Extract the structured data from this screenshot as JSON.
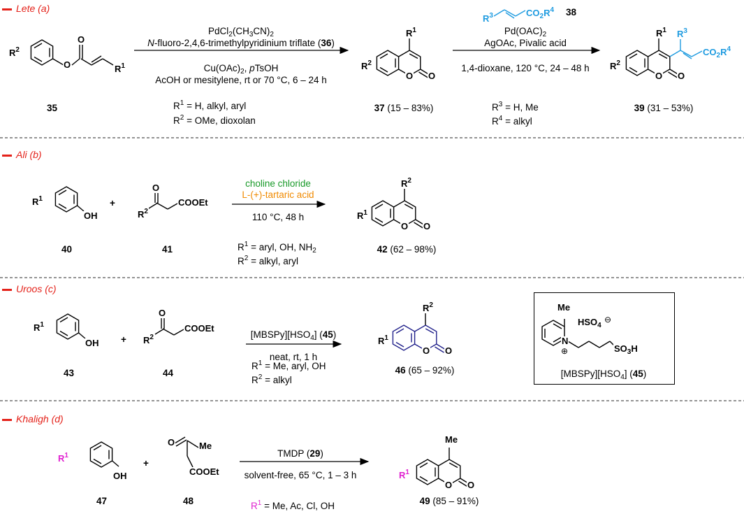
{
  "sections": [
    {
      "id": "a",
      "header": "Lete (a)"
    },
    {
      "id": "b",
      "header": "Ali (b)"
    },
    {
      "id": "c",
      "header": "Uroos (c)"
    },
    {
      "id": "d",
      "header": "Khaligh (d)"
    }
  ],
  "lete": {
    "start": "35",
    "reagent1_line1": "PdCl2(CH3CN)2",
    "reagent1_line2": "N-fluoro-2,4,6-trimethylpyridinium triflate (36)",
    "reagent1_line3": "Cu(OAc)2, pTsOH",
    "reagent1_line4": "AcOH or mesitylene, rt or 70 °C, 6 – 24 h",
    "sub1": "R1 = H, alkyl, aryl",
    "sub2": "R2 = OMe, dioxolan",
    "product1": "37",
    "yield1": "(15 – 83%)",
    "acrylate": "CO2R4",
    "acrylate_num": "38",
    "reagent2_line1": "Pd(OAC)2",
    "reagent2_line2": "AgOAc, Pivalic acid",
    "reagent2_line3": "1,4-dioxane, 120 °C, 24 – 48 h",
    "sub3": "R3 = H, Me",
    "sub4": "R4 = alkyl",
    "product2": "39",
    "yield2": "(31 – 53%)"
  },
  "ali": {
    "phenol": "40",
    "ketoester": "41",
    "catalyst1": "choline chloride",
    "catalyst2": "L-(+)-tartaric acid",
    "conditions": "110 °C, 48 h",
    "sub1": "R1 = aryl, OH, NH2",
    "sub2": "R2 = alkyl, aryl",
    "product": "42",
    "yield": "(62 – 98%)"
  },
  "uroos": {
    "phenol": "43",
    "ketoester": "44",
    "catalyst": "[MBSPy][HSO4] (45)",
    "conditions": "neat, rt, 1 h",
    "sub1": "R1 = Me, aryl, OH",
    "sub2": "R2 = alkyl",
    "product": "46",
    "yield": "(65 – 92%)",
    "box_label": "[MBSPy][HSO4] (45)"
  },
  "khaligh": {
    "phenol": "47",
    "ketoester": "48",
    "catalyst": "TMDP (29)",
    "conditions": "solvent-free, 65 °C, 1 – 3 h",
    "sub1": "R1 = Me, Ac, Cl, OH",
    "product": "49",
    "yield": "(85 – 91%)"
  },
  "colors": {
    "header": "#e4221a",
    "green": "#1a9a2a",
    "orange": "#f08a00",
    "magenta": "#e020d0",
    "cyan": "#1e9be0",
    "navy": "#20208a"
  }
}
